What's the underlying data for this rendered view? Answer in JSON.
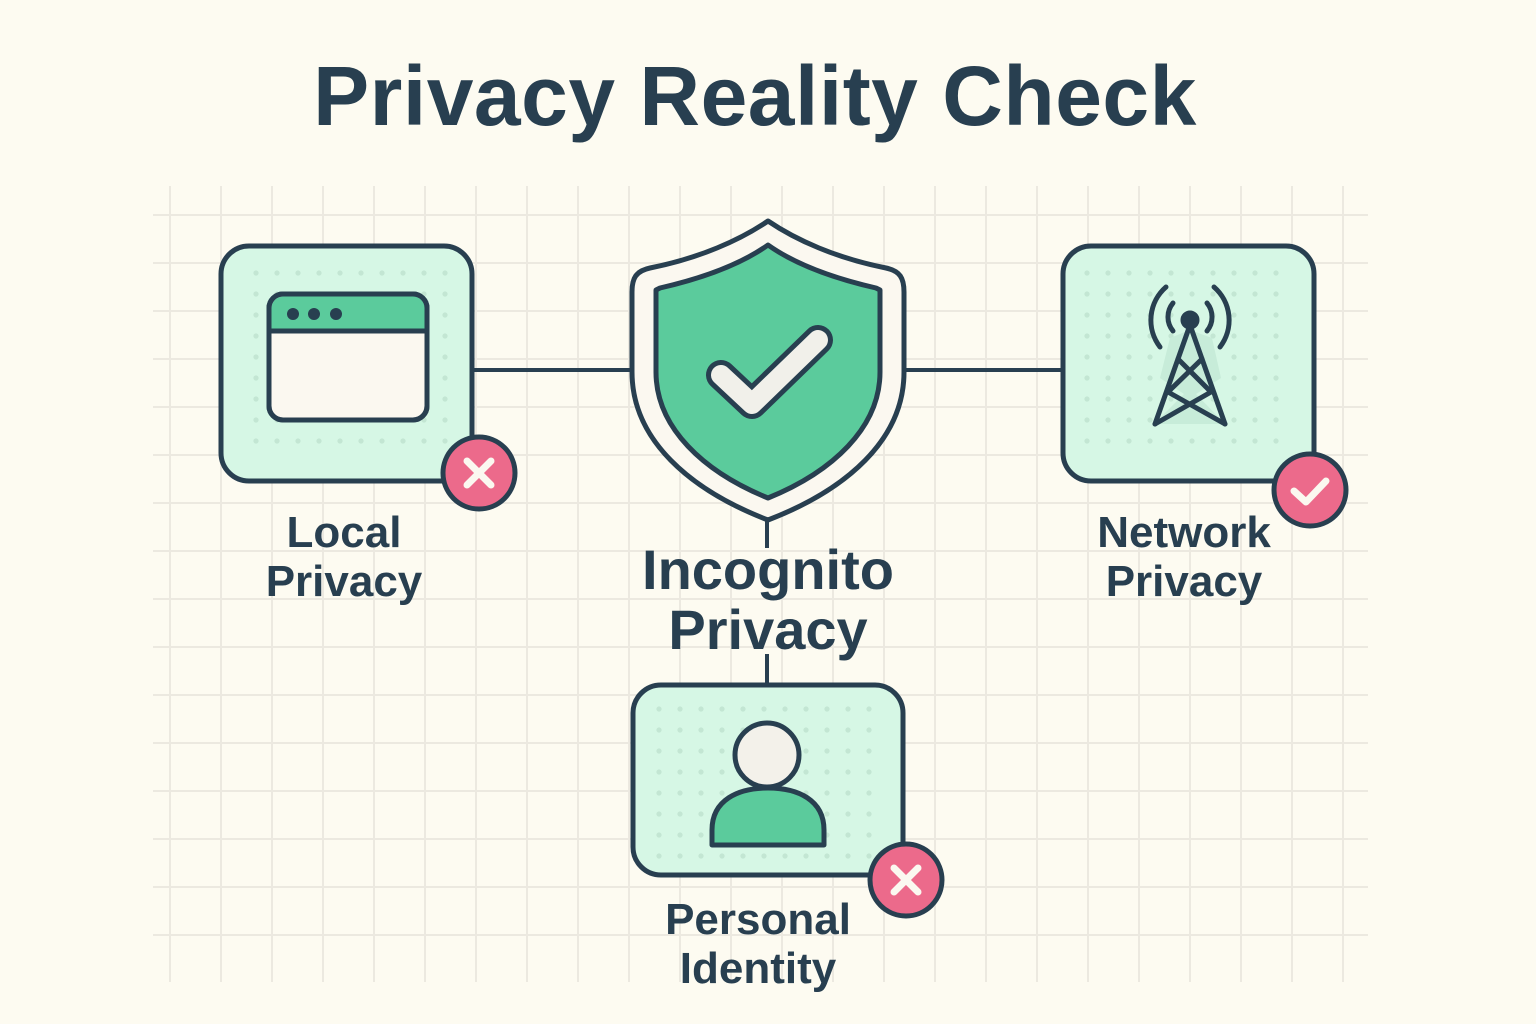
{
  "title": "Privacy Reality Check",
  "colors": {
    "background": "#fdfbf1",
    "grid": "#ece9e0",
    "outline": "#283f50",
    "card_fill": "#d6f7e5",
    "accent_green": "#5bcb9c",
    "badge_pink": "#ec6a8b",
    "light_fill": "#fbf8f0"
  },
  "center": {
    "name": "Incognito Privacy",
    "label_lines": [
      "Incognito",
      "Privacy"
    ],
    "icon": "shield-check-icon"
  },
  "nodes": [
    {
      "id": "local",
      "label_lines": [
        "Local",
        "Privacy"
      ],
      "icon": "browser-window-icon",
      "status": "not-protected",
      "badge_icon": "x-icon"
    },
    {
      "id": "network",
      "label_lines": [
        "Network",
        "Privacy"
      ],
      "icon": "radio-tower-icon",
      "status": "protected",
      "badge_icon": "check-icon"
    },
    {
      "id": "identity",
      "label_lines": [
        "Personal",
        "Identity"
      ],
      "icon": "user-icon",
      "status": "not-protected",
      "badge_icon": "x-icon"
    }
  ]
}
